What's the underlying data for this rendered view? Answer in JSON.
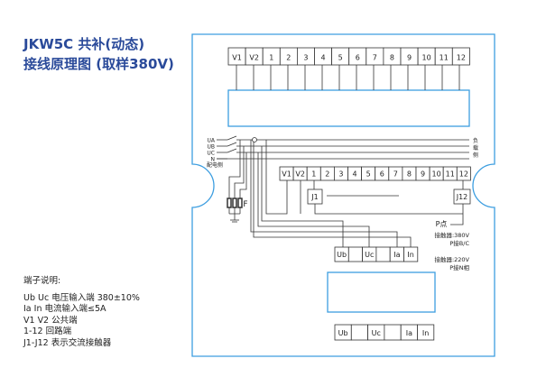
{
  "title": {
    "line1": "JKW5C 共补(动态)",
    "line2": "接线原理图 (取样380V)"
  },
  "notes": {
    "heading": "端子说明:",
    "lines": [
      "Ub  Uc  电压输入端 380±10%",
      "Ia  In  电流输入端≤5A",
      "V1  V2  公共端",
      "1-12  回路端",
      "J1-J12 表示交流接触器"
    ]
  },
  "top_terminals": [
    "V1",
    "V2",
    "1",
    "2",
    "3",
    "4",
    "5",
    "6",
    "7",
    "8",
    "9",
    "10",
    "11",
    "12"
  ],
  "inner_terminals": [
    "V1",
    "V2",
    "1",
    "2",
    "3",
    "4",
    "5",
    "6",
    "7",
    "8",
    "9",
    "10",
    "11",
    "12"
  ],
  "relays": {
    "first": "J1",
    "last": "J12"
  },
  "lines": {
    "ua": "UA",
    "ub": "UB",
    "uc": "UC",
    "n": "N",
    "source": "配电侧",
    "load": [
      "负",
      "载",
      "侧"
    ],
    "fuse": "F"
  },
  "signal_terminals": [
    "Ub",
    "",
    "Uc",
    "",
    "Ia",
    "In"
  ],
  "bottom_terminals": [
    "Ub",
    "",
    "Uc",
    "",
    "Ia",
    "In"
  ],
  "p_point": "P点",
  "contactor_notes": {
    "a1": "接触器:380V",
    "a2": "P接B/C",
    "b1": "接触器:220V",
    "b2": "P接N相"
  },
  "colors": {
    "panel": "#3d9ee0",
    "title": "#2a4a9a"
  }
}
